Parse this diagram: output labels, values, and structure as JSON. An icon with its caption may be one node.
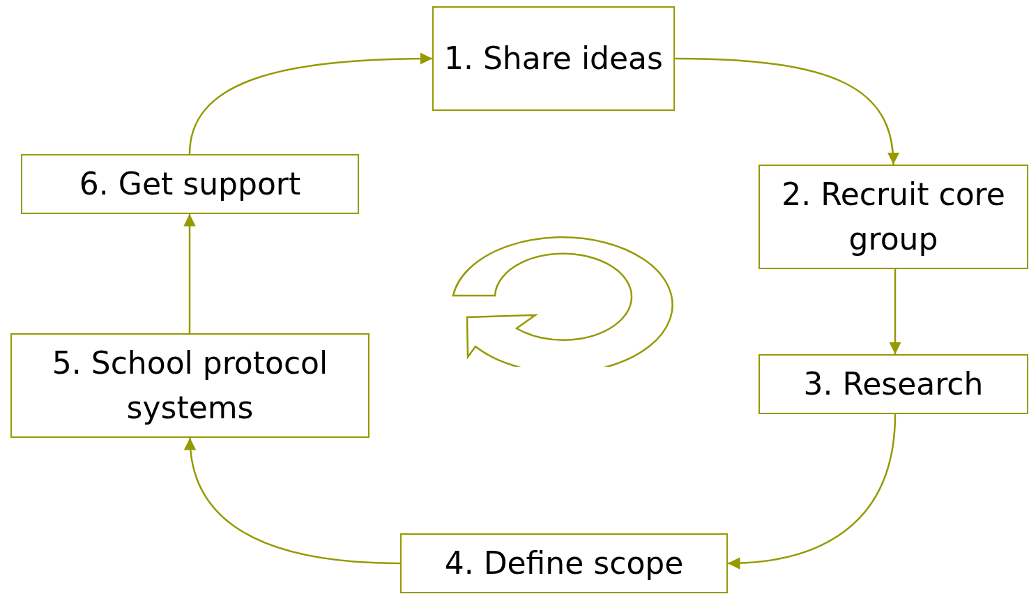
{
  "diagram": {
    "nodes": [
      {
        "text": [
          "1. Share ideas"
        ]
      },
      {
        "text": [
          "2. Recruit core group"
        ]
      },
      {
        "text": [
          "3. Research"
        ]
      },
      {
        "text": [
          "4. Define scope"
        ]
      },
      {
        "text": [
          "5. School protocol systems"
        ]
      },
      {
        "text": [
          "6. Get support"
        ]
      }
    ],
    "edges": [
      {
        "from": 0,
        "to": 1,
        "arrow": "to"
      },
      {
        "from": 1,
        "to": 2,
        "arrow": "to"
      },
      {
        "from": 2,
        "to": 3,
        "arrow": "to"
      },
      {
        "from": 3,
        "to": 4,
        "arrow": "to"
      },
      {
        "from": 4,
        "to": 5,
        "arrow": "to"
      },
      {
        "from": 5,
        "to": 0,
        "arrow": "to"
      }
    ]
  }
}
